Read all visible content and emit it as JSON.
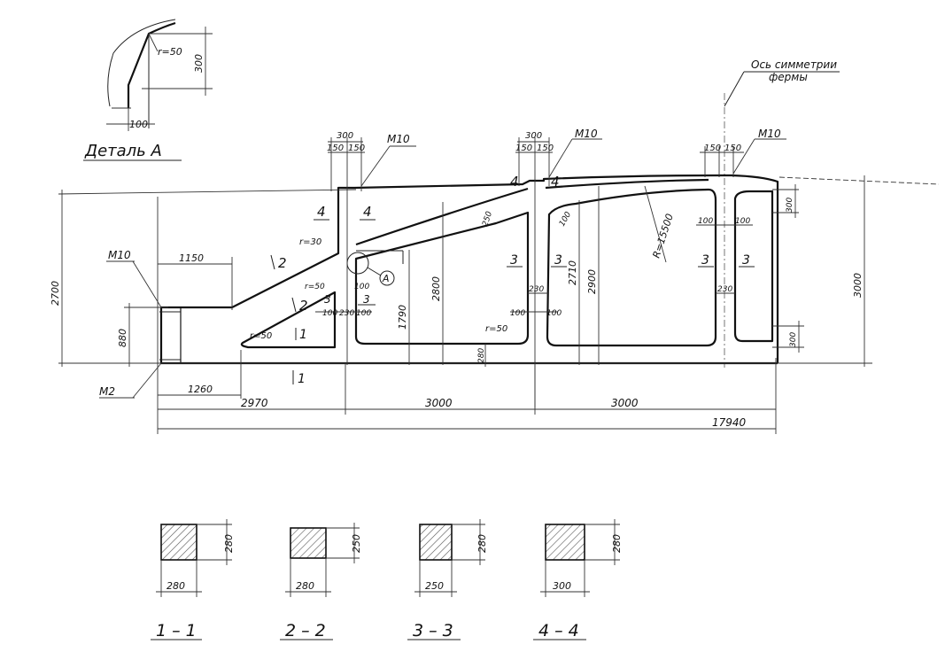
{
  "detail": {
    "title": "Деталь А",
    "radius": "r=50",
    "dim_300": "300",
    "dim_100": "100"
  },
  "symmetry": {
    "line1": "Ось симметрии",
    "line2": "фермы"
  },
  "top_dims": {
    "a_300": "300",
    "a_150l": "150",
    "a_150r": "150",
    "b_300": "300",
    "b_150l": "150",
    "b_150r": "150",
    "c_150l": "150",
    "c_150r": "150"
  },
  "marks": {
    "m10_a": "M10",
    "m10_b": "M10",
    "m10_c": "M10",
    "m10_left": "M10",
    "m2": "M2"
  },
  "members": {
    "m4a": "4",
    "m4b": "4",
    "m4c": "4",
    "m4d": "4",
    "m2a": "2",
    "m2b": "2",
    "m3a": "3",
    "m3b": "3",
    "m3c": "3",
    "m3d": "3",
    "m3e": "3",
    "m3f": "3",
    "m1a": "1",
    "m1b": "1"
  },
  "dims": {
    "h2700": "2700",
    "h880": "880",
    "w1150": "1150",
    "w1260": "1260",
    "r30": "r=30",
    "r50a": "r=50",
    "r50b": "r=50",
    "r50c": "r=50",
    "d100a": "100",
    "d230a": "230",
    "d100b": "100",
    "d100c": "100",
    "h1790": "1790",
    "h2800": "2800",
    "d250": "250",
    "d100d": "100",
    "d230b": "230",
    "d100e": "100",
    "d100f": "100",
    "h2710": "2710",
    "h2900": "2900",
    "r15500": "R=15500",
    "d100g": "100",
    "d100h": "100",
    "d300a": "300",
    "d230c": "230",
    "d300b": "300",
    "h3000": "3000",
    "d280": "280",
    "w2970": "2970",
    "w3000a": "3000",
    "w3000b": "3000",
    "w17940": "17940",
    "callout_a": "A"
  },
  "sections": [
    {
      "label": "1 – 1",
      "w": "280",
      "h": "280"
    },
    {
      "label": "2 – 2",
      "w": "280",
      "h": "250"
    },
    {
      "label": "3 – 3",
      "w": "250",
      "h": "280"
    },
    {
      "label": "4 – 4",
      "w": "300",
      "h": "280"
    }
  ]
}
